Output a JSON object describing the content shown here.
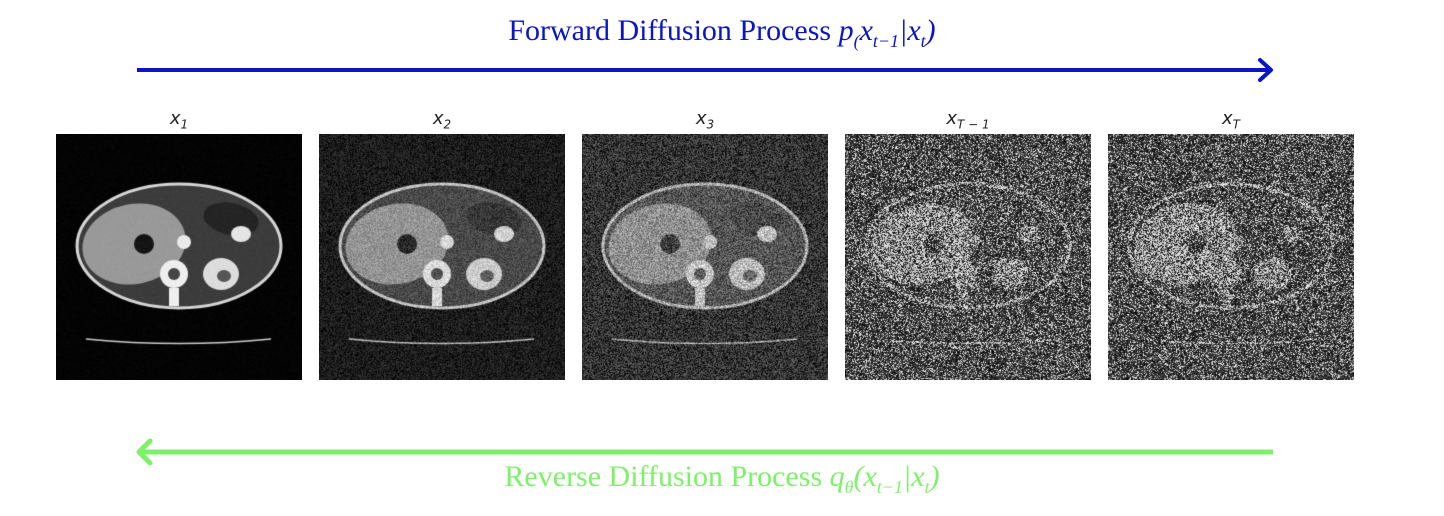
{
  "forward": {
    "label": "Forward Diffusion Process",
    "math_symbol": "p",
    "math_sub_paren": "(",
    "math_open": "(",
    "math_var": "x",
    "math_sub": "t−1",
    "math_given": "|",
    "math_cond": "x",
    "math_cond_sub": "t",
    "math_close": ")",
    "color": "#0a14c8"
  },
  "reverse": {
    "label": "Reverse Diffusion Process",
    "math_symbol": "q",
    "math_symbol_sub": "θ",
    "math_open": "(",
    "math_var": "x",
    "math_sub": "t−1",
    "math_given": "|",
    "math_cond": "x",
    "math_cond_sub": "t",
    "math_close": ")",
    "color": "#7ef06a"
  },
  "frames": [
    {
      "var": "x",
      "sub": "1",
      "noise": 0.03
    },
    {
      "var": "x",
      "sub": "2",
      "noise": 0.22
    },
    {
      "var": "x",
      "sub": "3",
      "noise": 0.4
    },
    {
      "var": "x",
      "sub": "T − 1",
      "noise": 0.85
    },
    {
      "var": "x",
      "sub": "T",
      "noise": 0.93
    }
  ]
}
